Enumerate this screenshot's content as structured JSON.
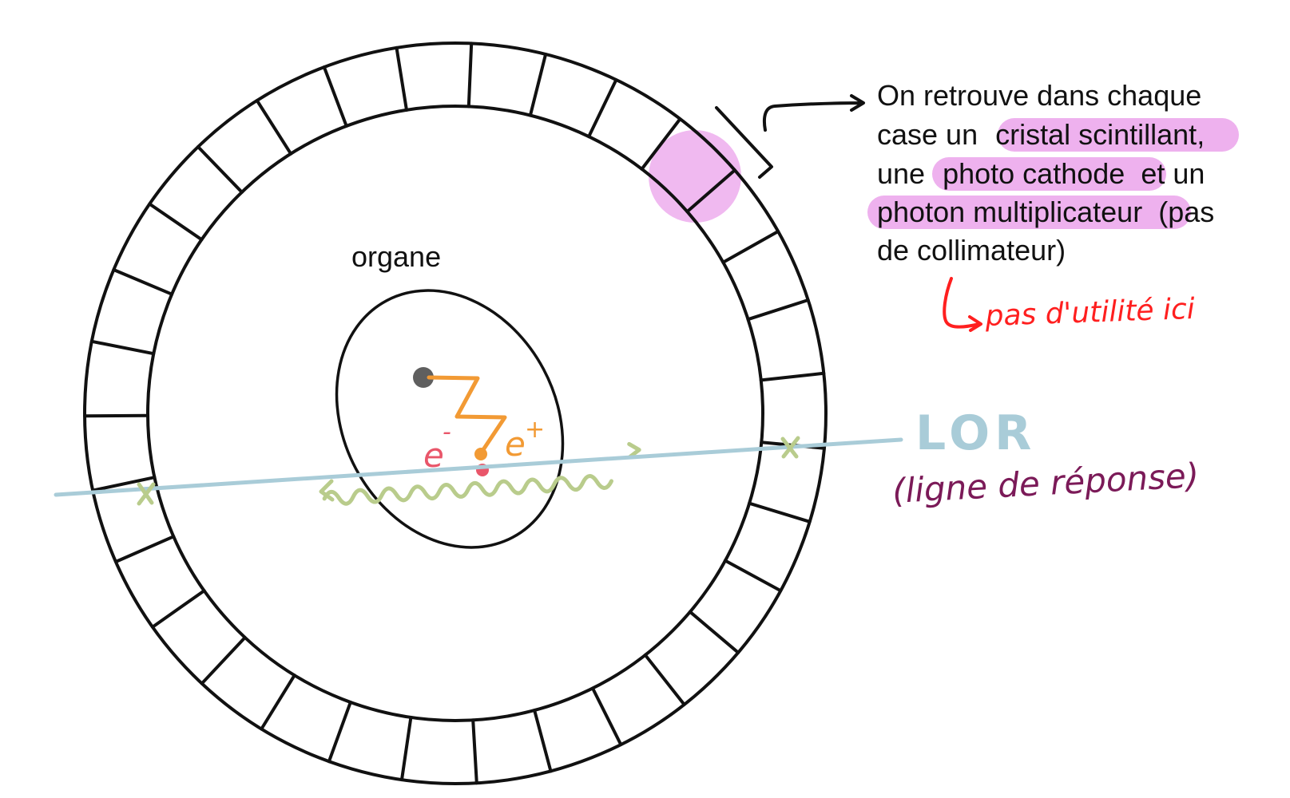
{
  "colors": {
    "ink": "#111111",
    "highlight": "#eeb1ee",
    "lor": "#a9ccd8",
    "electron": "#e9566a",
    "positron": "#f29a34",
    "photon": "#b9cc8c",
    "nucleus": "#5f5f5f",
    "note_red": "#ff1f1f",
    "note_purple": "#7b1a58"
  },
  "labels": {
    "organ": "organe",
    "electron": "e",
    "electron_sup": "-",
    "positron": "e",
    "positron_sup": "+",
    "lor": "LOR",
    "lor_full": "(ligne de réponse)",
    "note_aside": "pas d'utilité ici"
  },
  "annotation": {
    "line1": "On retrouve dans chaque",
    "line2_pre": "case un",
    "line2_hl": "cristal scintillant",
    "line2_post": ",",
    "line3_pre": "une",
    "line3_hl": "photo cathode",
    "line3_post": "et un",
    "line4_hl": "photon multiplicateur",
    "line4_post": "(pas",
    "line5": "de collimateur)"
  },
  "icons": {
    "arrow": "arrow-right-icon",
    "bracket": "bracket-icon",
    "hook_arrow": "hook-arrow-icon"
  }
}
